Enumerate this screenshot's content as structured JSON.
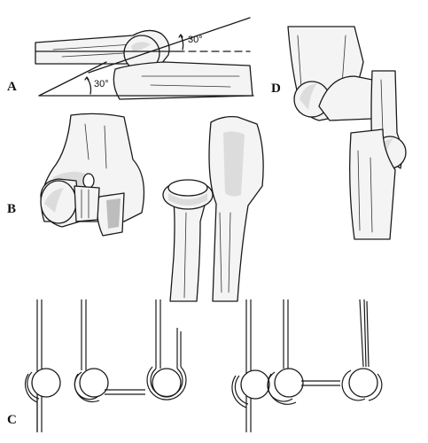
{
  "labels": {
    "a": "A",
    "b": "B",
    "c": "C",
    "d": "D"
  },
  "angles": {
    "upper": "30°",
    "lower": "30°"
  }
}
